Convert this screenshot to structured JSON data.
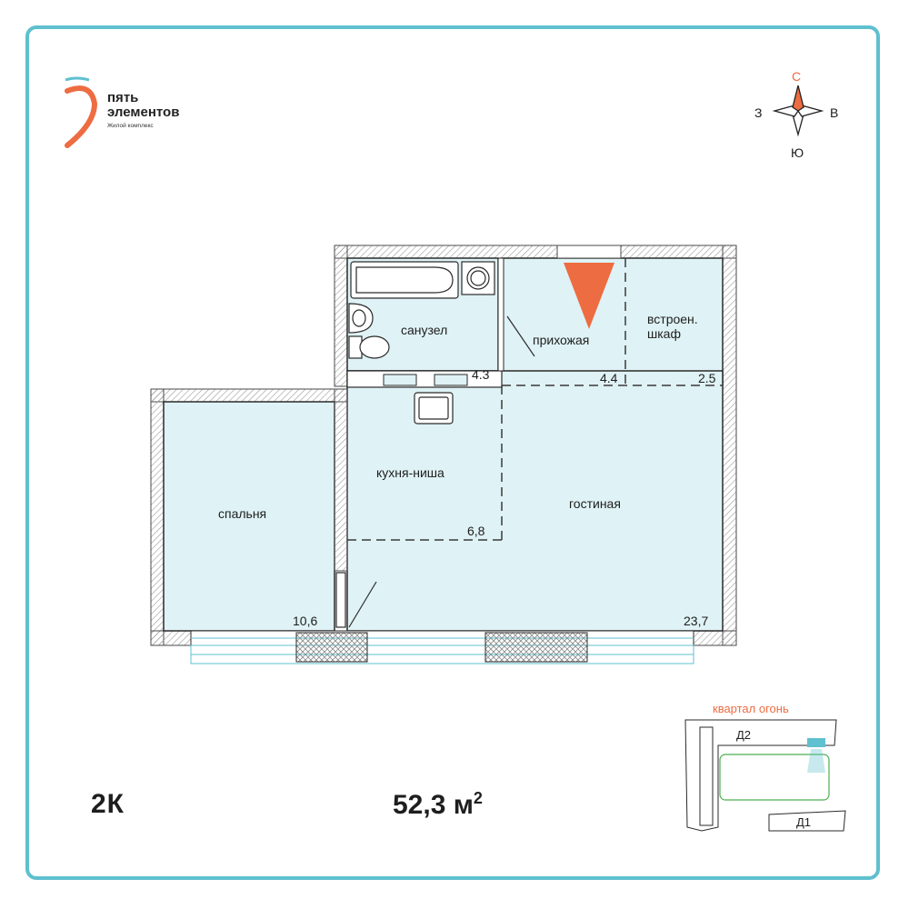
{
  "brand": {
    "name": "пять\nэлементов",
    "subtitle": "Жилой комплекс",
    "colors": {
      "accent": "#ee6c41",
      "teal": "#5fc0cf"
    }
  },
  "compass": {
    "north": "С",
    "south": "Ю",
    "west": "З",
    "east": "В"
  },
  "rooms": {
    "bathroom": {
      "name": "санузел",
      "area": "4.3"
    },
    "hallway": {
      "name": "прихожая",
      "area": "4.4"
    },
    "closet": {
      "name": "встроен.\nшкаф",
      "area": "2.5"
    },
    "kitchen": {
      "name": "кухня-ниша",
      "area": "6,8"
    },
    "living": {
      "name": "гостиная",
      "area": "23,7"
    },
    "bedroom": {
      "name": "спальня",
      "area": "10,6"
    }
  },
  "apartment": {
    "type": "2К",
    "area": "52,3 м",
    "area_unit_sup": "2"
  },
  "site_plan": {
    "title": "квартал огонь",
    "buildings": [
      "Д2",
      "Д1"
    ]
  },
  "colors": {
    "room_fill": "#dff2f5",
    "wall": "#bdbdbd",
    "frame": "#5fc0cf",
    "green": "#4caf50"
  }
}
